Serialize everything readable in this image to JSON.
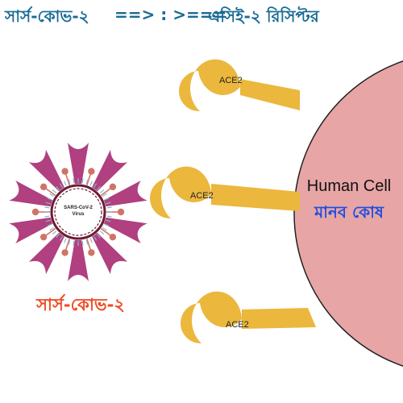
{
  "header": {
    "left": "সার্স-কোভ-২",
    "arrow": "==> : >===",
    "right": "এসিই-২ রিসিপ্টর"
  },
  "cell": {
    "label_en": "Human Cell",
    "label_bn": "মানব কোষ",
    "color": "#e8a5a6"
  },
  "virus": {
    "label_line1": "SARS-CoV-2",
    "label_line2": "Virus",
    "label_bn": "সার্স-কোভ-২",
    "spike_color": "#b0407f",
    "bulb_color": "#cf7466",
    "membrane_color": "#6b1d33",
    "tick_color": "#8ab8c8"
  },
  "receptors": [
    {
      "label": "ACE2"
    },
    {
      "label": "ACE2"
    },
    {
      "label": "ACE2"
    }
  ],
  "colors": {
    "receptor": "#ebb73d",
    "header": "#1a6b94",
    "cell_label_bn": "#1f4fe0",
    "virus_label_bn": "#f04a23"
  }
}
